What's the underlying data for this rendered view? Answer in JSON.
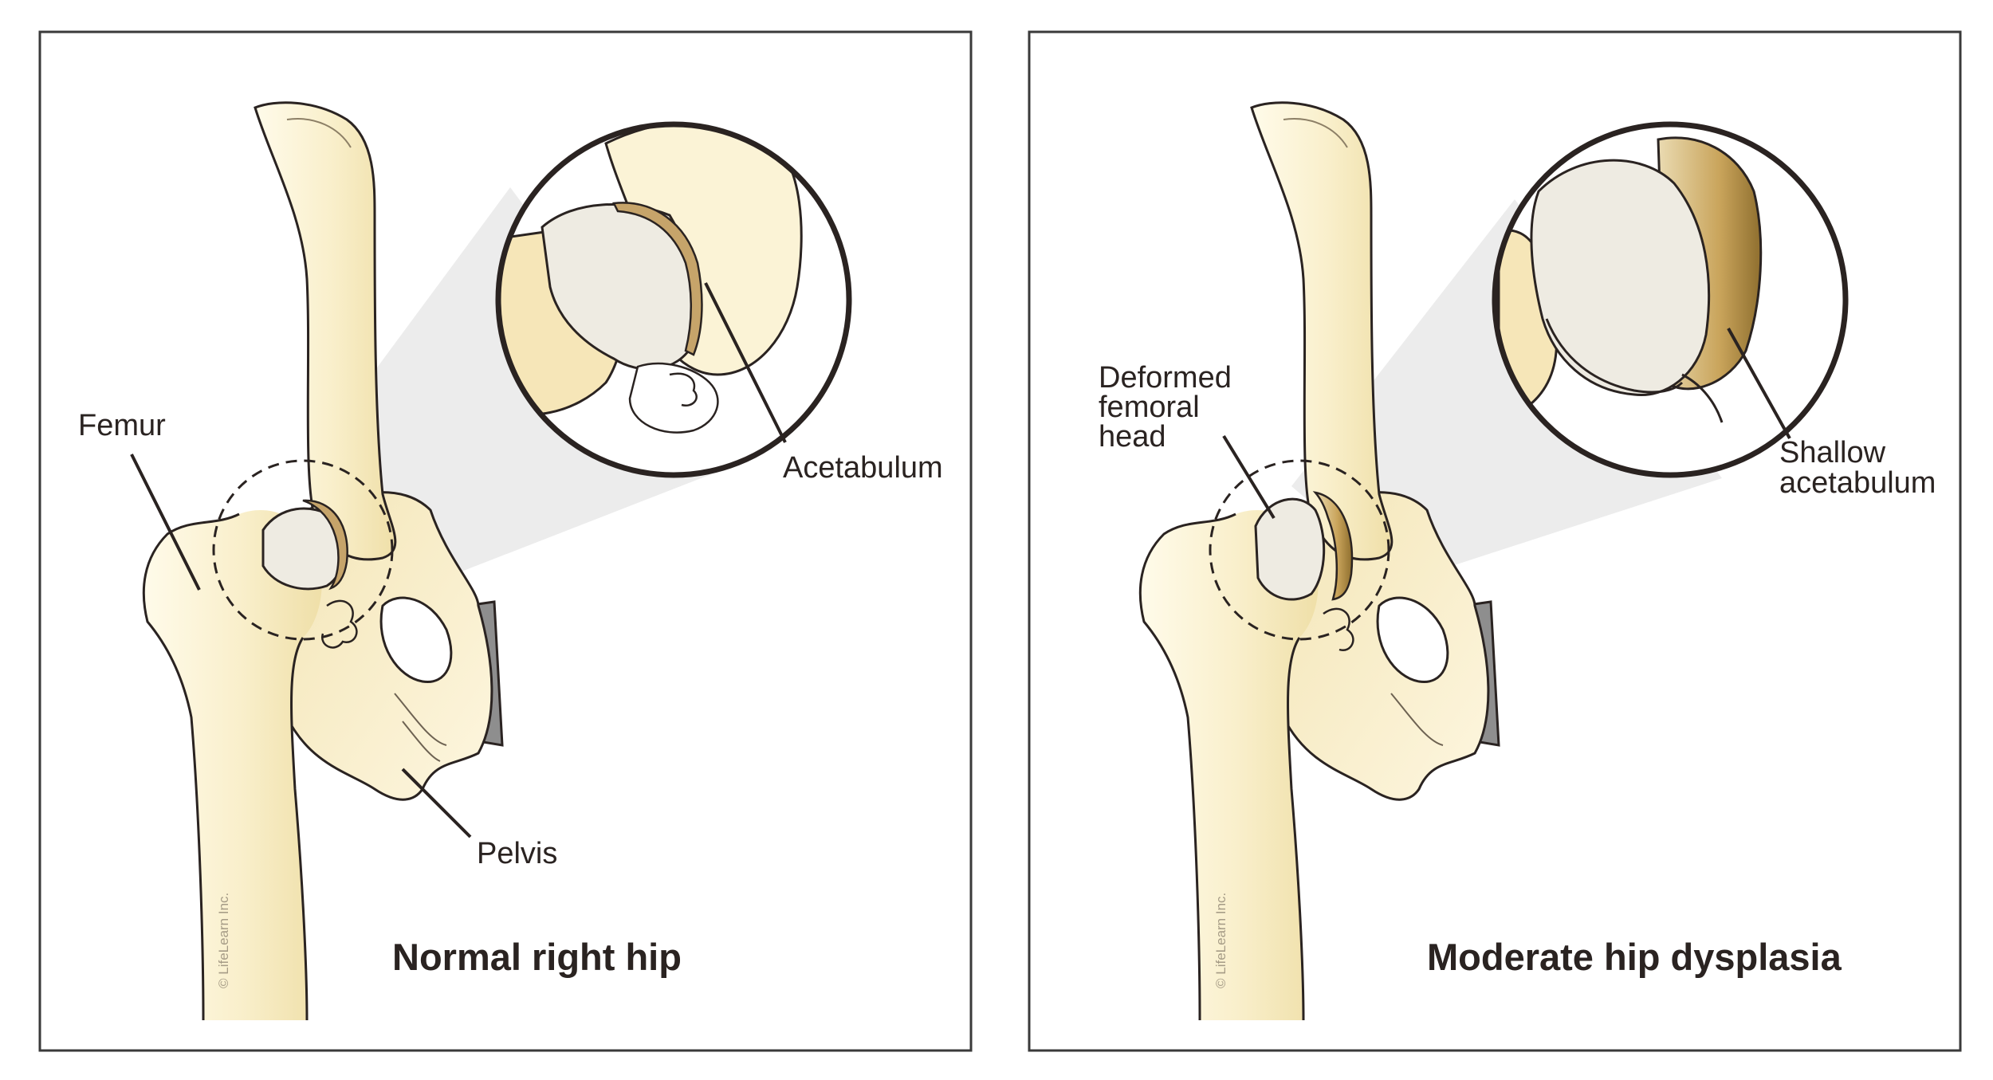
{
  "panels": [
    {
      "id": "normal",
      "title": "Normal right hip",
      "labels": {
        "femur": "Femur",
        "pelvis": "Pelvis",
        "acetabulum": "Acetabulum"
      },
      "copyright": "© LifeLearn Inc."
    },
    {
      "id": "dysplasia",
      "title": "Moderate hip dysplasia",
      "labels": {
        "femoral_head_line1": "Deformed",
        "femoral_head_line2": "femoral",
        "femoral_head_line3": "head",
        "acetabulum_line1": "Shallow",
        "acetabulum_line2": "acetabulum"
      },
      "copyright": "© LifeLearn Inc."
    }
  ],
  "colors": {
    "bone": "#f7ecc4",
    "bone_light": "#fdf8e6",
    "head": "#eeebe2",
    "cartilage": "#c6a86a",
    "cartilage_dark": "#9c7c3c",
    "outline": "#2a2321",
    "zoom_cone": "#ebebeb"
  }
}
